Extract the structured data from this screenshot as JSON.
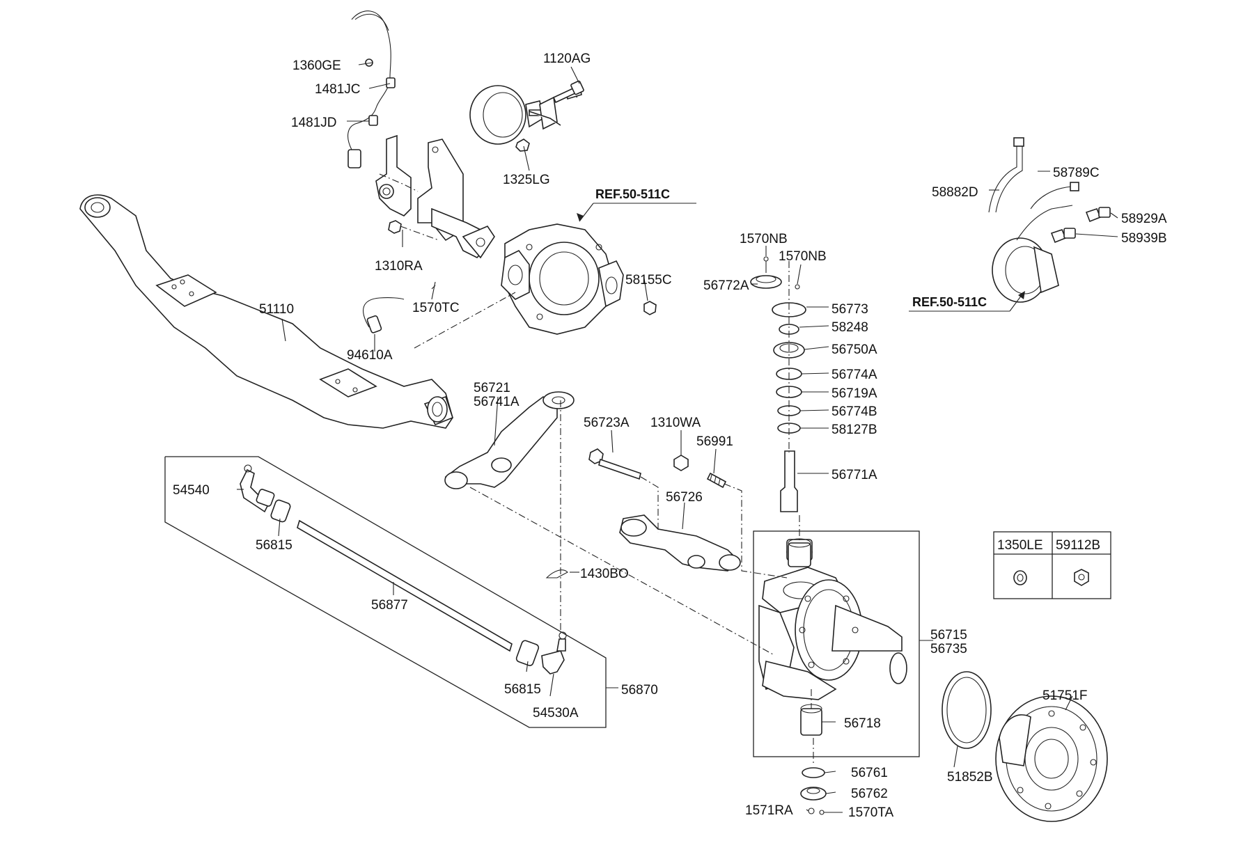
{
  "labels": {
    "p1360GE": "1360GE",
    "p1481JC": "1481JC",
    "p1481JD": "1481JD",
    "p1120AG": "1120AG",
    "p1325LG": "1325LG",
    "p1310RA": "1310RA",
    "p1570TC": "1570TC",
    "p51110": "51110",
    "p94610A": "94610A",
    "p58155C": "58155C",
    "p58882D": "58882D",
    "p58789C": "58789C",
    "p58929A": "58929A",
    "p58939B": "58939B",
    "p1570NB_a": "1570NB",
    "p1570NB_b": "1570NB",
    "p56772A": "56772A",
    "p56773": "56773",
    "p58248": "58248",
    "p56750A": "56750A",
    "p56774A": "56774A",
    "p56719A": "56719A",
    "p56774B": "56774B",
    "p58127B": "58127B",
    "p56771A": "56771A",
    "p56721": "56721",
    "p56741A": "56741A",
    "p56723A": "56723A",
    "p1310WA": "1310WA",
    "p56991": "56991",
    "p56726": "56726",
    "p54540": "54540",
    "p56815_a": "56815",
    "p56877": "56877",
    "p1430BO": "1430BO",
    "p56815_b": "56815",
    "p54530A": "54530A",
    "p56870": "56870",
    "p56715": "56715",
    "p56735": "56735",
    "p56718": "56718",
    "p56761": "56761",
    "p56762": "56762",
    "p1571RA": "1571RA",
    "p1570TA": "1570TA",
    "p51852B": "51852B",
    "p51751F": "51751F"
  },
  "refs": {
    "ref_top": "REF.50-511C",
    "ref_right": "REF.50-511C"
  },
  "table": {
    "col1": "1350LE",
    "col2": "59112B"
  }
}
